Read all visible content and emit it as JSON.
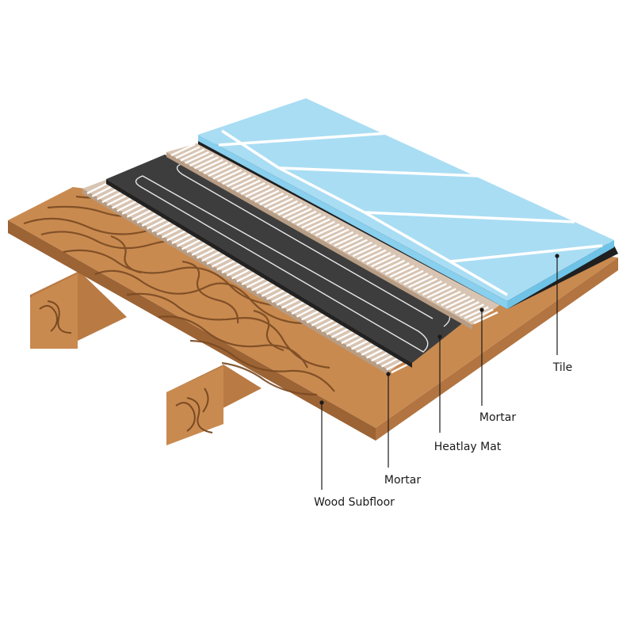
{
  "diagram": {
    "layers": [
      {
        "id": "wood-subfloor",
        "label": "Wood Subfloor"
      },
      {
        "id": "mortar-lower",
        "label": "Mortar"
      },
      {
        "id": "heatlay-mat",
        "label": "Heatlay Mat"
      },
      {
        "id": "mortar-upper",
        "label": "Mortar"
      },
      {
        "id": "tile",
        "label": "Tile"
      }
    ]
  },
  "colors": {
    "wood": "#c98a50",
    "wood_dark": "#9c6334",
    "wood_grain": "#7a4a22",
    "mortar": "#d8c4b2",
    "mortar_dark": "#b79d85",
    "mat": "#3d3d3d",
    "mat_edge": "#222222",
    "tile": "#a9ddf3",
    "tile_edge": "#6fc3e6",
    "grout": "#ffffff"
  }
}
